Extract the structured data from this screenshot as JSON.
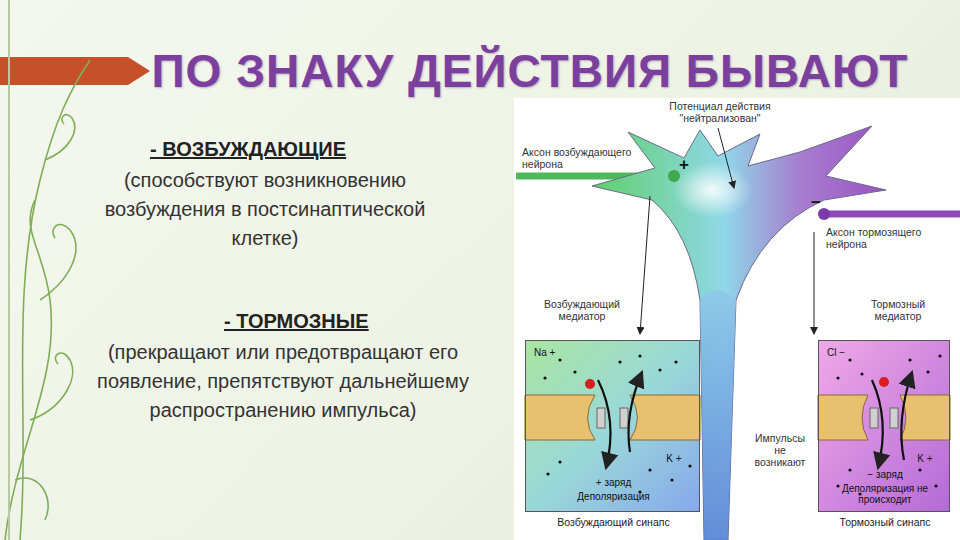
{
  "diagram": {
    "title": "ПО ЗНАКУ ДЕЙСТВИЯ БЫВАЮТ",
    "nodes": [
      {
        "text": [
          "Na +",
          "K +",
          "+ заряд",
          "Деполяризация",
          "Возбуждающий синапс"
        ]
      },
      {
        "text": [
          "Cl −",
          "K +",
          "− заряд",
          "Деполяризация не происходит",
          "Тормозный синапс"
        ]
      }
    ],
    "labels": [
      "- ВОЗБУЖДАЮЩИЕ",
      "(способствуют возникновению возбуждения в постсинаптической клетке)",
      "- ТОРМОЗНЫЕ",
      "(прекращают или предотвращают его появление, препятствуют дальнейшему распространению импульса)",
      "Потенциал действия \"нейтрализован\"",
      "Аксон возбуждающего нейрона",
      "+",
      "−",
      "Аксон тормозящего нейрона",
      "Возбуждающий медиатор",
      "Тормозный медиатор",
      "Импульсы не возникают"
    ]
  }
}
